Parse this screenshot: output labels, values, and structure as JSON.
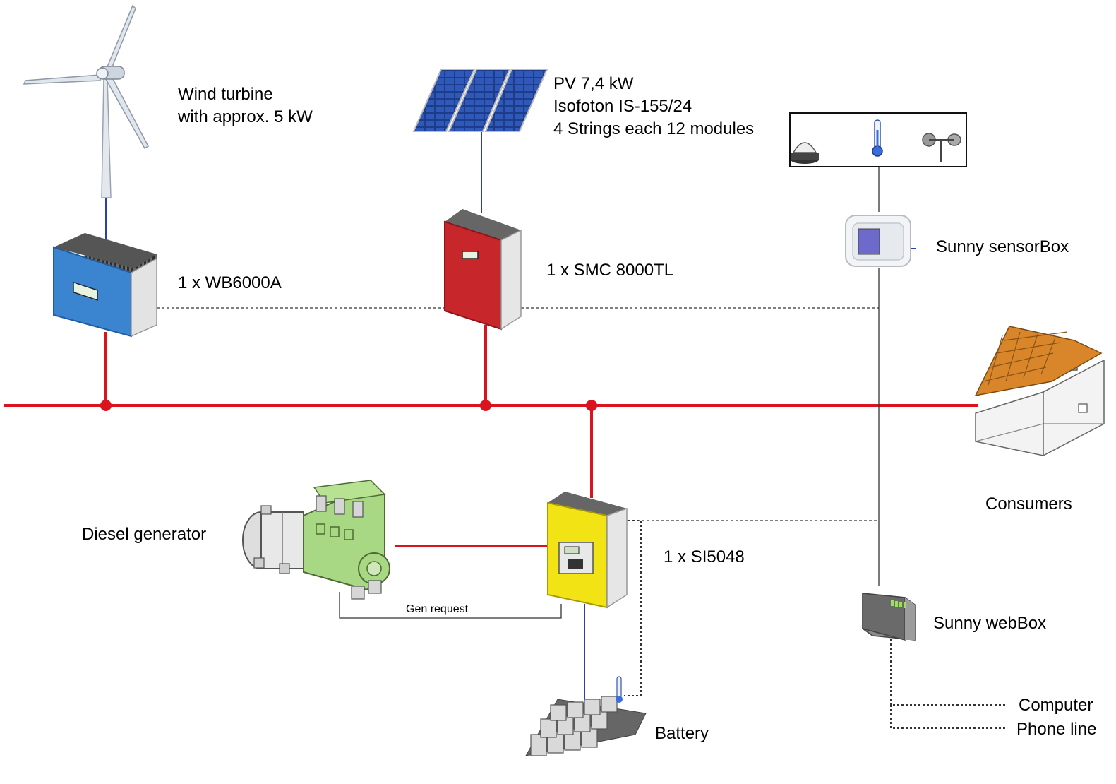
{
  "labels": {
    "wind_line1": "Wind turbine",
    "wind_line2": "with approx. 5 kW",
    "pv_line1": "PV 7,4 kW",
    "pv_line2": "Isofoton IS-155/24",
    "pv_line3": "4 Strings each 12 modules",
    "wb": "1 x WB6000A",
    "smc": "1 x SMC 8000TL",
    "sensorbox": "Sunny sensorBox",
    "consumers": "Consumers",
    "diesel": "Diesel generator",
    "si": "1 x SI5048",
    "gen_request": "Gen request",
    "webbox": "Sunny  webBox",
    "computer": "Computer",
    "phone": "Phone line",
    "battery": "Battery"
  },
  "colors": {
    "ac_bus": "#d9141e",
    "dc_line": "#2b3fa8",
    "comm_line": "#333333",
    "wb_inverter": "#3a84d0",
    "smc_inverter": "#c7262b",
    "si_inverter": "#f2e414",
    "generator": "#9fd17c",
    "roof": "#d9862b"
  }
}
